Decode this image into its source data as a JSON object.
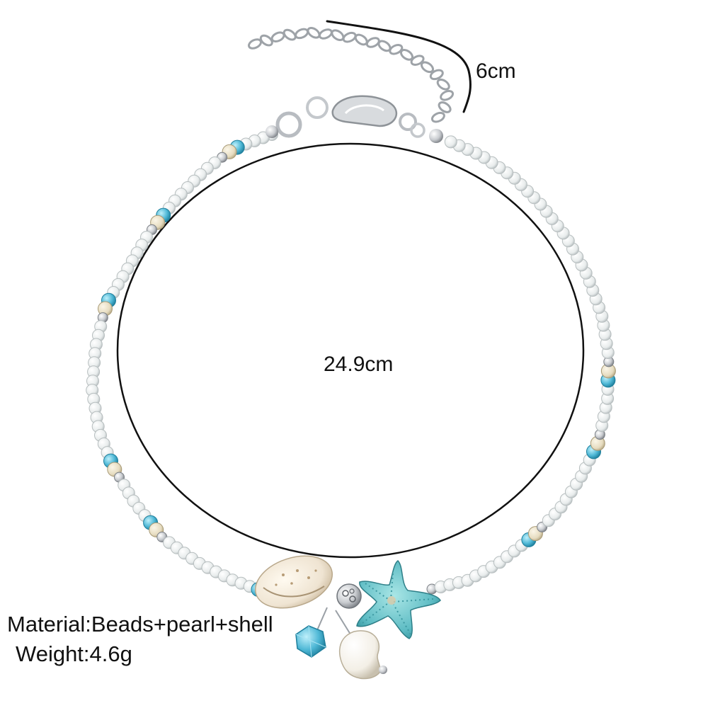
{
  "measurements": {
    "extension_chain": "6cm",
    "circumference": "24.9cm"
  },
  "specs": {
    "material_label": "Material",
    "material_value": "Beads+pearl+shell",
    "weight_label": "Weight",
    "weight_value": "4.6g"
  },
  "colors": {
    "background": "#ffffff",
    "seed_bead": "#eef1f1",
    "crystal_bead": "#4fb8d6",
    "sand_bead": "#e6dcc0",
    "silver": "#c9ccd0",
    "starfish": "#5ebcc4",
    "shell": "#efe4d2",
    "pearl": "#f3efe6",
    "measure_line": "#111111"
  },
  "icons": [
    "starfish-charm",
    "cowrie-shell-charm",
    "pearl-charm",
    "crystal-charm",
    "lobster-clasp",
    "extension-chain"
  ]
}
